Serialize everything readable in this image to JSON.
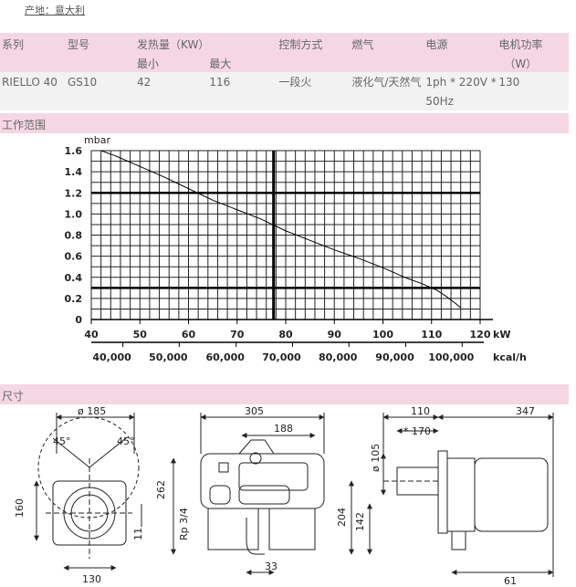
{
  "origin": "产地：意大利",
  "spec_table": {
    "headers": [
      "系列",
      "型号",
      "发热量（KW）",
      "控制方式",
      "燃气",
      "电源",
      "电机功率"
    ],
    "subheaders": {
      "min": "最小",
      "max": "最大",
      "motor_unit": "（W）"
    },
    "row": {
      "series": "RIELLO 40",
      "model": "GS10",
      "min": "42",
      "max": "116",
      "control": "一段火",
      "gas": "液化气/天然气",
      "power_line1": "1ph * 220V *",
      "power_line2": "50Hz",
      "motor": "130"
    }
  },
  "sections": {
    "working_range": "工作范围",
    "dimensions": "尺寸"
  },
  "chart_data": {
    "type": "line",
    "ylabel": "mbar",
    "xlabel": "kW",
    "xlabel2": "kcal/h",
    "xlim": [
      40,
      120
    ],
    "ylim": [
      0,
      1.6
    ],
    "x_ticks": [
      "40",
      "50",
      "60",
      "70",
      "80",
      "90",
      "100",
      "110",
      "120"
    ],
    "y_ticks": [
      "0",
      "0.2",
      "0.4",
      "0.6",
      "0.8",
      "1.0",
      "1.2",
      "1.4",
      "1.6"
    ],
    "x2_ticks": [
      "40,000",
      "50,000",
      "60,000",
      "70,000",
      "80,000",
      "90,000",
      "100,000"
    ],
    "x2_tick_kw": [
      46.5,
      58.1,
      69.8,
      81.4,
      93.0,
      104.7,
      116.3
    ],
    "grid": true,
    "bold_vertical_kw": 77.5,
    "bold_horizontal_mbar": [
      0.3,
      1.2
    ],
    "series": [
      {
        "x": [
          42,
          45,
          50,
          55,
          60,
          65,
          70,
          75,
          80,
          85,
          90,
          95,
          100,
          105,
          108,
          111,
          113,
          115,
          116
        ],
        "y": [
          1.6,
          1.55,
          1.45,
          1.35,
          1.24,
          1.13,
          1.04,
          0.95,
          0.84,
          0.75,
          0.66,
          0.58,
          0.49,
          0.39,
          0.34,
          0.28,
          0.22,
          0.15,
          0.11
        ]
      }
    ]
  },
  "dimensions": {
    "front": {
      "diameter": "ø 185",
      "angle1": "45°",
      "angle2": "45°",
      "height": "160",
      "width": "130",
      "offset": "11"
    },
    "side": {
      "width": "305",
      "depth": "188",
      "height": "262",
      "pipe": "Rp 3/4",
      "connection": "33"
    },
    "rear": {
      "width1": "110",
      "width2": "347",
      "width3": "* 170",
      "diameter": "ø 105",
      "height1": "204",
      "height2": "142",
      "depth": "61"
    }
  }
}
